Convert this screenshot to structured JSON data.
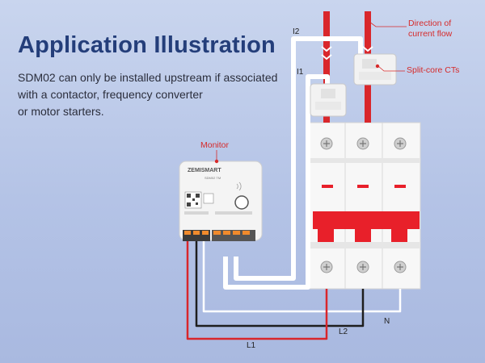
{
  "heading": "Application Illustration",
  "description_lines": [
    "SDM02 can only be installed upstream if associated",
    "with a contactor, frequency converter",
    "or motor starters."
  ],
  "callouts": {
    "flow_lines": [
      "Direction of",
      "current flow"
    ],
    "ct": "Split-core CTs",
    "monitor": "Monitor"
  },
  "wire_labels": {
    "i2": "I2",
    "i1": "I1",
    "l2": "L2",
    "l1": "L1",
    "n": "N"
  },
  "device": {
    "brand": "ZEMISMART",
    "model": "SDM02 TM"
  },
  "colors": {
    "title": "#243e7a",
    "callout": "#d62a2a",
    "breaker_red": "#e8202a",
    "wire_red": "#d9262b"
  },
  "icons": {
    "wifi": "wifi-icon",
    "qr": "qr-code-icon",
    "flow_arrow": "chevron-down-icon"
  }
}
